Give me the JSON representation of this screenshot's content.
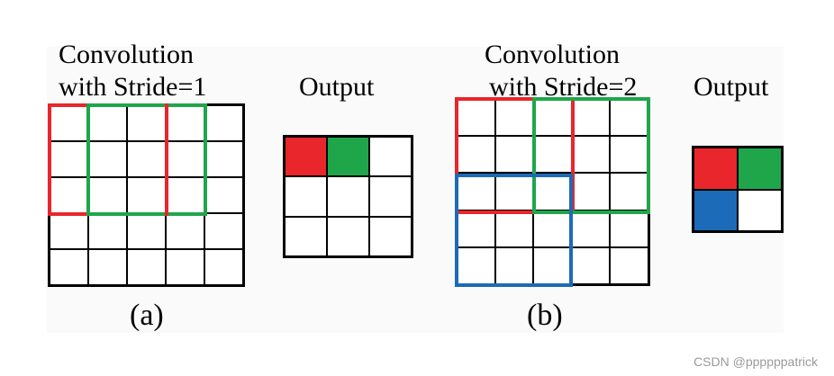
{
  "panel_a": {
    "title_line1": "Convolution",
    "title_line2": "with Stride=1",
    "output_label": "Output",
    "caption": "(a)",
    "input_size": 5,
    "output_size": 3,
    "output_colored_cells": [
      {
        "row": 0,
        "col": 0,
        "color": "#e8262b"
      },
      {
        "row": 0,
        "col": 1,
        "color": "#1fa64b"
      }
    ]
  },
  "panel_b": {
    "title_line1": "Convolution",
    "title_line2": "with Stride=2",
    "output_label": "Output",
    "caption": "(b)",
    "input_size": 5,
    "output_size": 2,
    "output_colored_cells": [
      {
        "row": 0,
        "col": 0,
        "color": "#e8262b"
      },
      {
        "row": 0,
        "col": 1,
        "color": "#1fa64b"
      },
      {
        "row": 1,
        "col": 0,
        "color": "#1b6bb8"
      }
    ]
  },
  "colors": {
    "red": "#e8262b",
    "green": "#1fa64b",
    "blue": "#1b6bb8"
  },
  "watermark": "CSDN @ppppppatrick"
}
